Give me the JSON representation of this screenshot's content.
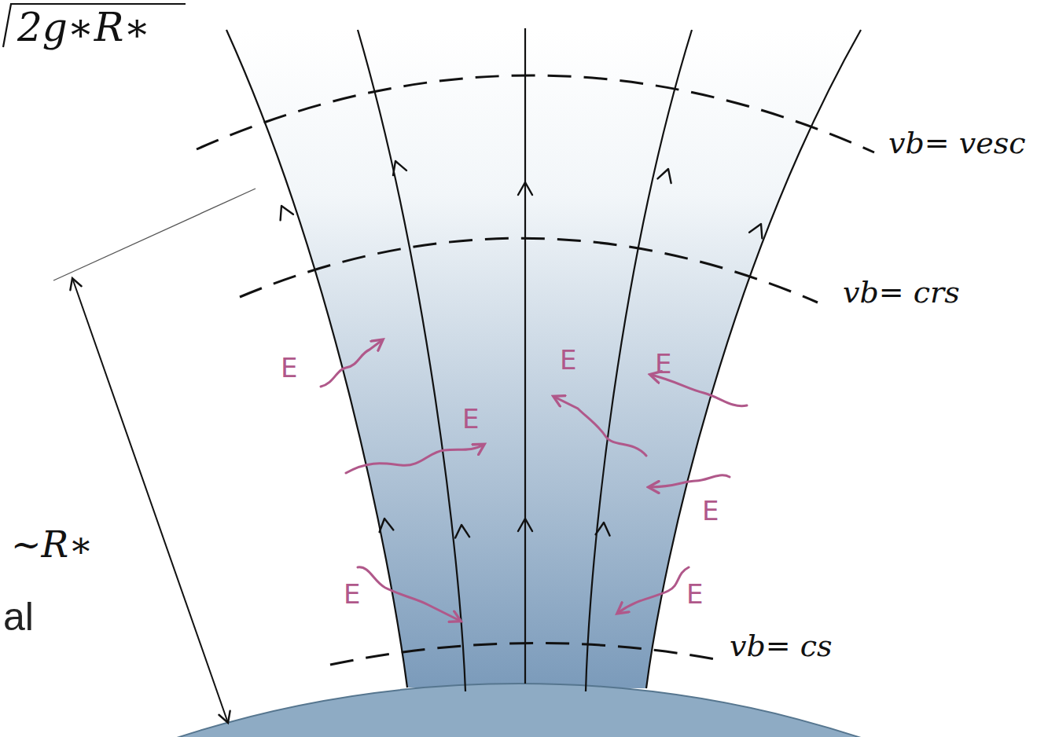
{
  "diagram": {
    "labels": [
      "2g∗R∗",
      "vb= vesc",
      "vb= crs",
      "~R∗",
      "E",
      "E",
      "E",
      "E",
      "E",
      "E",
      "E",
      "vb= cs",
      "al"
    ]
  }
}
